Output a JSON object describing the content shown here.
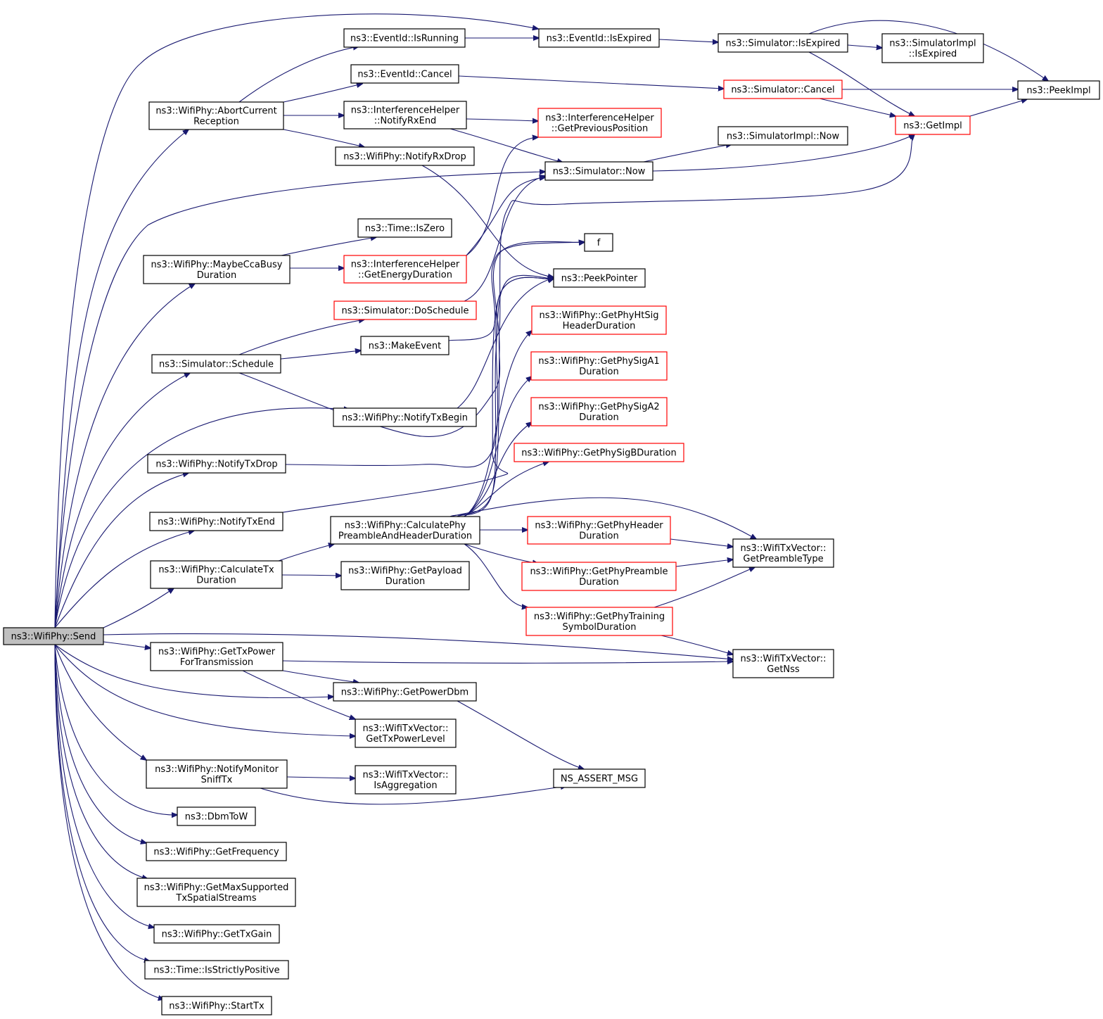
{
  "colors": {
    "edge": "#191970",
    "border": "#000000",
    "truncated_border": "#ff0000",
    "root_fill": "#bfbfbf",
    "fill": "#ffffff"
  },
  "nodes": {
    "send": {
      "lines": [
        "ns3::WifiPhy::Send"
      ],
      "style": "root"
    },
    "abort_current_reception": {
      "lines": [
        "ns3::WifiPhy::AbortCurrent",
        "Reception"
      ],
      "style": "normal"
    },
    "eventid_isrunning": {
      "lines": [
        "ns3::EventId::IsRunning"
      ],
      "style": "normal"
    },
    "eventid_isexpired": {
      "lines": [
        "ns3::EventId::IsExpired"
      ],
      "style": "normal"
    },
    "simulator_isexpired": {
      "lines": [
        "ns3::Simulator::IsExpired"
      ],
      "style": "normal"
    },
    "simulatorimpl_isexpired": {
      "lines": [
        "ns3::SimulatorImpl",
        "::IsExpired"
      ],
      "style": "normal"
    },
    "peekimpl": {
      "lines": [
        "ns3::PeekImpl"
      ],
      "style": "normal"
    },
    "eventid_cancel": {
      "lines": [
        "ns3::EventId::Cancel"
      ],
      "style": "normal"
    },
    "simulator_cancel": {
      "lines": [
        "ns3::Simulator::Cancel"
      ],
      "style": "truncated"
    },
    "getimpl": {
      "lines": [
        "ns3::GetImpl"
      ],
      "style": "truncated"
    },
    "ih_notifyrxend": {
      "lines": [
        "ns3::InterferenceHelper",
        "::NotifyRxEnd"
      ],
      "style": "normal"
    },
    "ih_getpreviousposition": {
      "lines": [
        "ns3::InterferenceHelper",
        "::GetPreviousPosition"
      ],
      "style": "truncated"
    },
    "simulatorimpl_now": {
      "lines": [
        "ns3::SimulatorImpl::Now"
      ],
      "style": "normal"
    },
    "notifyrxdrop": {
      "lines": [
        "ns3::WifiPhy::NotifyRxDrop"
      ],
      "style": "normal"
    },
    "simulator_now": {
      "lines": [
        "ns3::Simulator::Now"
      ],
      "style": "normal"
    },
    "time_iszero": {
      "lines": [
        "ns3::Time::IsZero"
      ],
      "style": "normal"
    },
    "maybeccabusy": {
      "lines": [
        "ns3::WifiPhy::MaybeCcaBusy",
        "Duration"
      ],
      "style": "normal"
    },
    "ih_getenergyduration": {
      "lines": [
        "ns3::InterferenceHelper",
        "::GetEnergyDuration"
      ],
      "style": "truncated"
    },
    "f": {
      "lines": [
        "f"
      ],
      "style": "normal"
    },
    "peekpointer": {
      "lines": [
        "ns3::PeekPointer"
      ],
      "style": "normal"
    },
    "simulator_doschedule": {
      "lines": [
        "ns3::Simulator::DoSchedule"
      ],
      "style": "truncated"
    },
    "gethtsig": {
      "lines": [
        "ns3::WifiPhy::GetPhyHtSig",
        "HeaderDuration"
      ],
      "style": "truncated"
    },
    "makeevent": {
      "lines": [
        "ns3::MakeEvent"
      ],
      "style": "normal"
    },
    "simulator_schedule": {
      "lines": [
        "ns3::Simulator::Schedule"
      ],
      "style": "normal"
    },
    "getsiga1": {
      "lines": [
        "ns3::WifiPhy::GetPhySigA1",
        "Duration"
      ],
      "style": "truncated"
    },
    "getsiga2": {
      "lines": [
        "ns3::WifiPhy::GetPhySigA2",
        "Duration"
      ],
      "style": "truncated"
    },
    "notifytxbegin": {
      "lines": [
        "ns3::WifiPhy::NotifyTxBegin"
      ],
      "style": "normal"
    },
    "getsigb": {
      "lines": [
        "ns3::WifiPhy::GetPhySigBDuration"
      ],
      "style": "truncated"
    },
    "notifytxdrop": {
      "lines": [
        "ns3::WifiPhy::NotifyTxDrop"
      ],
      "style": "normal"
    },
    "notifytxend": {
      "lines": [
        "ns3::WifiPhy::NotifyTxEnd"
      ],
      "style": "normal"
    },
    "calcpreamble": {
      "lines": [
        "ns3::WifiPhy::CalculatePhy",
        "PreambleAndHeaderDuration"
      ],
      "style": "normal"
    },
    "getphyheader": {
      "lines": [
        "ns3::WifiPhy::GetPhyHeader",
        "Duration"
      ],
      "style": "truncated"
    },
    "getpreambletype": {
      "lines": [
        "ns3::WifiTxVector::",
        "GetPreambleType"
      ],
      "style": "normal"
    },
    "calctxduration": {
      "lines": [
        "ns3::WifiPhy::CalculateTx",
        "Duration"
      ],
      "style": "normal"
    },
    "getpayload": {
      "lines": [
        "ns3::WifiPhy::GetPayload",
        "Duration"
      ],
      "style": "normal"
    },
    "getphypreamble": {
      "lines": [
        "ns3::WifiPhy::GetPhyPreamble",
        "Duration"
      ],
      "style": "truncated"
    },
    "getphytraining": {
      "lines": [
        "ns3::WifiPhy::GetPhyTraining",
        "SymbolDuration"
      ],
      "style": "truncated"
    },
    "gettxpower": {
      "lines": [
        "ns3::WifiPhy::GetTxPower",
        "ForTransmission"
      ],
      "style": "normal"
    },
    "getnss": {
      "lines": [
        "ns3::WifiTxVector::",
        "GetNss"
      ],
      "style": "normal"
    },
    "getpowerdbm": {
      "lines": [
        "ns3::WifiPhy::GetPowerDbm"
      ],
      "style": "normal"
    },
    "gettxpowerlevel": {
      "lines": [
        "ns3::WifiTxVector::",
        "GetTxPowerLevel"
      ],
      "style": "normal"
    },
    "notifymonitor": {
      "lines": [
        "ns3::WifiPhy::NotifyMonitor",
        "SniffTx"
      ],
      "style": "normal"
    },
    "isaggregation": {
      "lines": [
        "ns3::WifiTxVector::",
        "IsAggregation"
      ],
      "style": "normal"
    },
    "ns_assert_msg": {
      "lines": [
        "NS_ASSERT_MSG"
      ],
      "style": "normal"
    },
    "dbmtow": {
      "lines": [
        "ns3::DbmToW"
      ],
      "style": "normal"
    },
    "getfrequency": {
      "lines": [
        "ns3::WifiPhy::GetFrequency"
      ],
      "style": "normal"
    },
    "getmaxsupported": {
      "lines": [
        "ns3::WifiPhy::GetMaxSupported",
        "TxSpatialStreams"
      ],
      "style": "normal"
    },
    "gettxgain": {
      "lines": [
        "ns3::WifiPhy::GetTxGain"
      ],
      "style": "normal"
    },
    "isstrictlypositive": {
      "lines": [
        "ns3::Time::IsStrictlyPositive"
      ],
      "style": "normal"
    },
    "starttx": {
      "lines": [
        "ns3::WifiPhy::StartTx"
      ],
      "style": "normal"
    }
  },
  "edges": [
    [
      "send",
      "eventid_isexpired"
    ],
    [
      "send",
      "abort_current_reception"
    ],
    [
      "send",
      "simulator_now"
    ],
    [
      "send",
      "maybeccabusy"
    ],
    [
      "send",
      "simulator_schedule"
    ],
    [
      "send",
      "notifytxbegin"
    ],
    [
      "send",
      "notifytxdrop"
    ],
    [
      "send",
      "notifytxend"
    ],
    [
      "send",
      "calctxduration"
    ],
    [
      "send",
      "getnss"
    ],
    [
      "send",
      "gettxpower"
    ],
    [
      "send",
      "getpowerdbm"
    ],
    [
      "send",
      "gettxpowerlevel"
    ],
    [
      "send",
      "notifymonitor"
    ],
    [
      "send",
      "dbmtow"
    ],
    [
      "send",
      "getfrequency"
    ],
    [
      "send",
      "getmaxsupported"
    ],
    [
      "send",
      "gettxgain"
    ],
    [
      "send",
      "isstrictlypositive"
    ],
    [
      "send",
      "starttx"
    ],
    [
      "abort_current_reception",
      "eventid_isrunning"
    ],
    [
      "abort_current_reception",
      "eventid_cancel"
    ],
    [
      "abort_current_reception",
      "ih_notifyrxend"
    ],
    [
      "abort_current_reception",
      "notifyrxdrop"
    ],
    [
      "eventid_isrunning",
      "eventid_isexpired"
    ],
    [
      "eventid_isexpired",
      "simulator_isexpired"
    ],
    [
      "simulator_isexpired",
      "simulatorimpl_isexpired"
    ],
    [
      "simulator_isexpired",
      "peekimpl"
    ],
    [
      "simulator_isexpired",
      "getimpl"
    ],
    [
      "eventid_cancel",
      "simulator_cancel"
    ],
    [
      "simulator_cancel",
      "peekimpl"
    ],
    [
      "simulator_cancel",
      "getimpl"
    ],
    [
      "getimpl",
      "peekimpl"
    ],
    [
      "ih_notifyrxend",
      "ih_getpreviousposition"
    ],
    [
      "ih_notifyrxend",
      "simulator_now"
    ],
    [
      "notifyrxdrop",
      "peekpointer"
    ],
    [
      "simulator_now",
      "simulatorimpl_now"
    ],
    [
      "simulator_now",
      "getimpl"
    ],
    [
      "maybeccabusy",
      "time_iszero"
    ],
    [
      "maybeccabusy",
      "ih_getenergyduration"
    ],
    [
      "ih_getenergyduration",
      "ih_getpreviousposition"
    ],
    [
      "ih_getenergyduration",
      "simulator_now"
    ],
    [
      "simulator_doschedule",
      "simulator_now"
    ],
    [
      "simulator_schedule",
      "simulator_doschedule"
    ],
    [
      "simulator_schedule",
      "makeevent"
    ],
    [
      "simulator_schedule",
      "getimpl"
    ],
    [
      "makeevent",
      "f"
    ],
    [
      "notifytxbegin",
      "peekpointer"
    ],
    [
      "notifytxdrop",
      "peekpointer"
    ],
    [
      "notifytxend",
      "peekpointer"
    ],
    [
      "calctxduration",
      "calcpreamble"
    ],
    [
      "calctxduration",
      "getpayload"
    ],
    [
      "calcpreamble",
      "f"
    ],
    [
      "calcpreamble",
      "peekpointer"
    ],
    [
      "calcpreamble",
      "gethtsig"
    ],
    [
      "calcpreamble",
      "getsiga1"
    ],
    [
      "calcpreamble",
      "getsiga2"
    ],
    [
      "calcpreamble",
      "getsigb"
    ],
    [
      "calcpreamble",
      "getphyheader"
    ],
    [
      "calcpreamble",
      "getpreambletype"
    ],
    [
      "calcpreamble",
      "getphypreamble"
    ],
    [
      "calcpreamble",
      "getphytraining"
    ],
    [
      "getphyheader",
      "getpreambletype"
    ],
    [
      "getphypreamble",
      "getpreambletype"
    ],
    [
      "getphytraining",
      "getpreambletype"
    ],
    [
      "getphytraining",
      "getnss"
    ],
    [
      "gettxpower",
      "getnss"
    ],
    [
      "gettxpower",
      "getpowerdbm"
    ],
    [
      "gettxpower",
      "gettxpowerlevel"
    ],
    [
      "getpowerdbm",
      "ns_assert_msg"
    ],
    [
      "notifymonitor",
      "isaggregation"
    ],
    [
      "notifymonitor",
      "ns_assert_msg"
    ]
  ]
}
